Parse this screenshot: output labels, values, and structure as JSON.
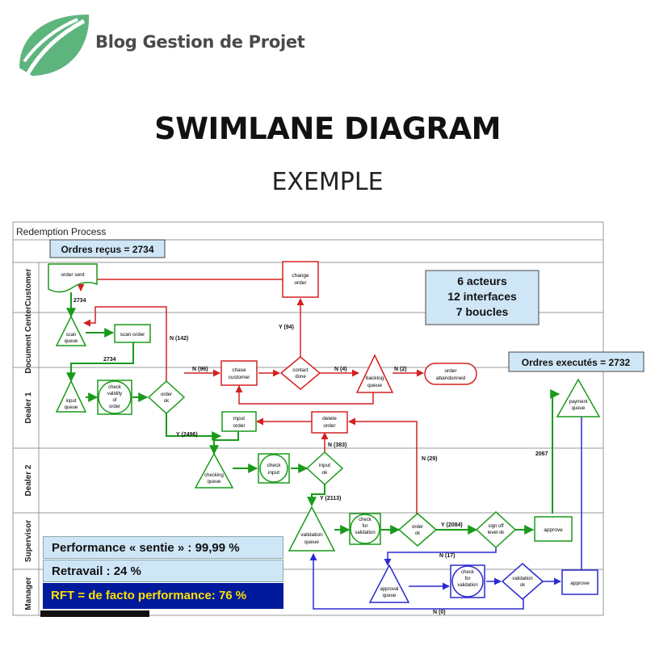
{
  "header": {
    "brand_name": "Blog Gestion de Projet",
    "title": "SWIMLANE DIAGRAM",
    "subtitle": "EXEMPLE"
  },
  "diagram": {
    "process_title": "Redemption Process",
    "orders_received": "Ordres reçus = 2734",
    "orders_executed": "Ordres executés = 2732",
    "summary": [
      "6 acteurs",
      "12 interfaces",
      "7 boucles"
    ],
    "lanes": [
      "Customer",
      "Document Center",
      "Dealer 1",
      "Dealer 2",
      "Supervisor",
      "Manager"
    ],
    "nodes": {
      "order_sent": "order sent",
      "change_order": [
        "change",
        "order"
      ],
      "scan_queue": [
        "scan",
        "queue"
      ],
      "scan_order": "scan order",
      "input_queue": [
        "input",
        "queue"
      ],
      "check_validity": [
        "check",
        "validity",
        "of",
        "order"
      ],
      "order_ok": [
        "order",
        "ok"
      ],
      "chase_customer": [
        "chase",
        "customer"
      ],
      "contact_done": [
        "contact",
        "done"
      ],
      "backlog_queue": [
        "backlog",
        "queue"
      ],
      "order_abandoned": [
        "order",
        "abandonned"
      ],
      "input_order": [
        "input",
        "order"
      ],
      "delete_order": [
        "delete",
        "order"
      ],
      "payment_queue": [
        "payment",
        "queue"
      ],
      "checking_queue": [
        "checking",
        "queue"
      ],
      "check_input": [
        "check",
        "input"
      ],
      "input_ok": [
        "input",
        "ok"
      ],
      "validation_queue": [
        "validation",
        "queue"
      ],
      "check_validation": [
        "check",
        "for",
        "validation"
      ],
      "order_ok_2": [
        "order",
        "ok"
      ],
      "sign_off": [
        "sign off",
        "level ok"
      ],
      "approve_1": "approve",
      "approval_queue": [
        "approval",
        "queue"
      ],
      "check_validation_2": [
        "check",
        "for",
        "validation"
      ],
      "validation_ok": [
        "validation",
        "ok"
      ],
      "approve_2": "approve"
    },
    "edge_labels": {
      "e2734a": "2734",
      "e2734b": "2734",
      "n142": "N (142)",
      "y94": "Y (94)",
      "n96": "N (96)",
      "n4": "N (4)",
      "n2": "N (2)",
      "y2496": "Y (2496)",
      "n383": "N (383)",
      "n29": "N (29)",
      "y2113": "Y (2113)",
      "e2067": "2067",
      "y2084": "Y (2084)",
      "n17": "N (17)",
      "n0": "N (0)"
    }
  },
  "metrics": {
    "performance": "Performance « sentie » : 99,99 %",
    "retravail": "Retravail : 24 %",
    "rft": "RFT = de facto performance: 76 %"
  },
  "colors": {
    "logo_green": "#5db57d",
    "flow_green": "#1a9a1a",
    "flow_red": "#d42020",
    "flow_blue": "#2a2ad0",
    "callout_blue": "#cfe6f7",
    "rft_bg": "#001a9c",
    "rft_text": "#ffe000"
  }
}
